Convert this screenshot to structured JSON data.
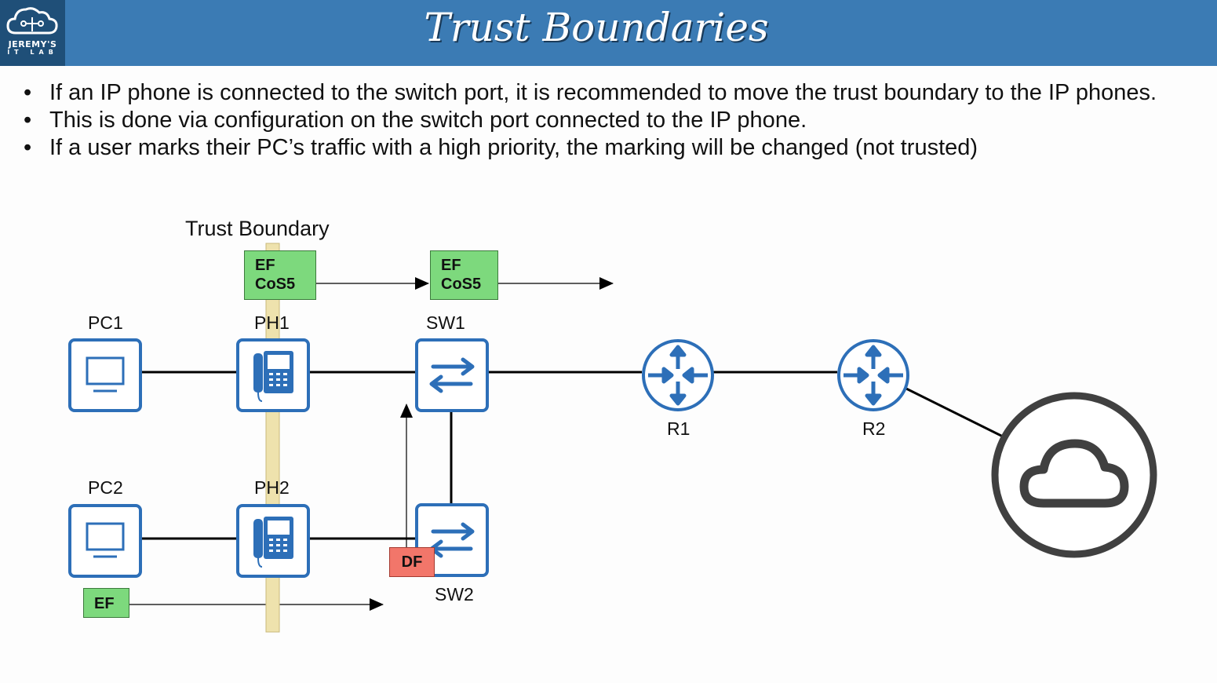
{
  "header": {
    "title": "Trust Boundaries",
    "logo_line1": "JEREMY'S",
    "logo_line2": "IT LAB",
    "color": "#3b7bb4"
  },
  "bullets": [
    "If an IP phone is connected to the switch port, it is recommended to move the trust boundary to the IP phones.",
    "This is done via configuration on the switch port connected to the IP phone.",
    "If a user marks their PC’s traffic with a high priority, the marking will be changed (not trusted)"
  ],
  "diagram": {
    "trust_boundary_label": "Trust Boundary",
    "devices": {
      "pc1": "PC1",
      "pc2": "PC2",
      "ph1": "PH1",
      "ph2": "PH2",
      "sw1": "SW1",
      "sw2": "SW2",
      "r1": "R1",
      "r2": "R2"
    },
    "markings": {
      "top_left_line1": "EF",
      "top_left_line2": "CoS5",
      "top_right_line1": "EF",
      "top_right_line2": "CoS5",
      "bottom_pc": "EF",
      "bottom_sw2": "DF"
    },
    "colors": {
      "device": "#2d6fb8",
      "trusted_tag": "#7dd97d",
      "untrusted_tag": "#f2766a",
      "boundary": "#eee2ad"
    }
  }
}
